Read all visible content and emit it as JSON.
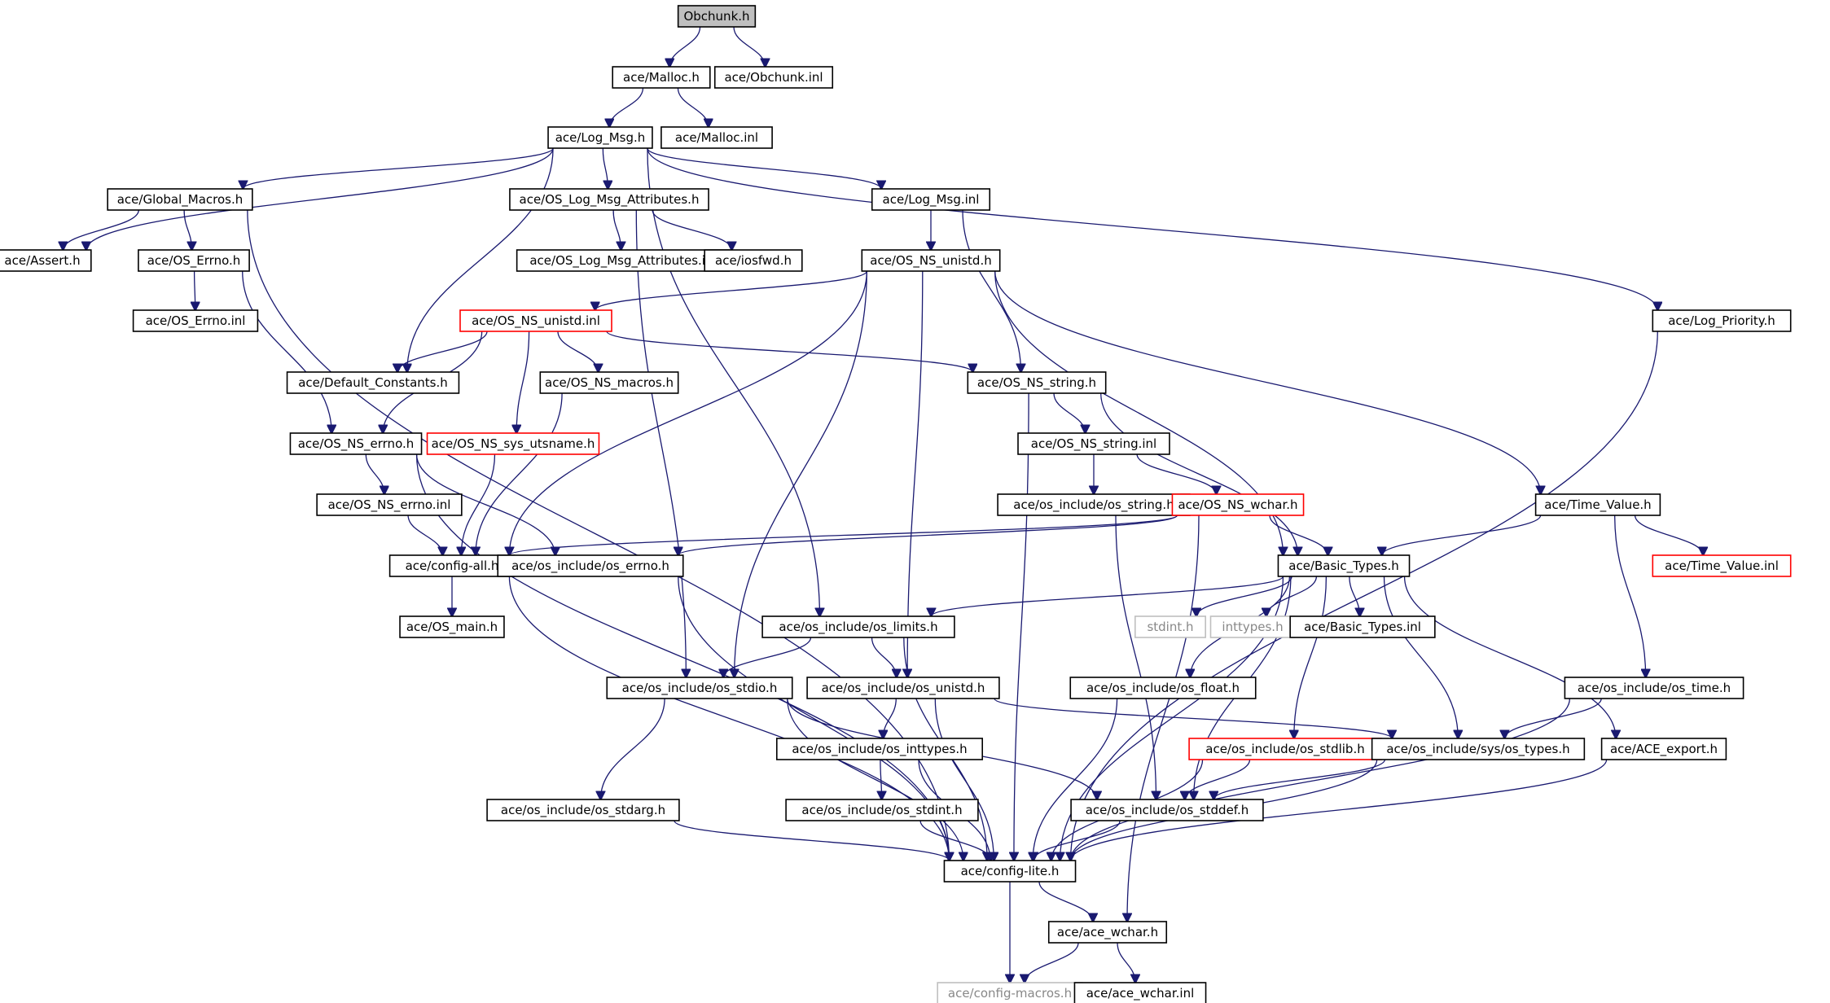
{
  "colors": {
    "edge": "#191970",
    "node_border": "#000000",
    "node_border_truncated": "#ff0000",
    "node_border_external": "#bfbfbf",
    "root_fill": "#bfbfbf",
    "text": "#000000",
    "text_external": "#888888"
  },
  "nodes": [
    {
      "id": "obchunk_h",
      "label": "Obchunk.h",
      "kind": "root"
    },
    {
      "id": "malloc_h",
      "label": "ace/Malloc.h",
      "kind": "normal"
    },
    {
      "id": "obchunk_inl",
      "label": "ace/Obchunk.inl",
      "kind": "normal"
    },
    {
      "id": "log_msg_h",
      "label": "ace/Log_Msg.h",
      "kind": "normal"
    },
    {
      "id": "malloc_inl",
      "label": "ace/Malloc.inl",
      "kind": "normal"
    },
    {
      "id": "global_macros_h",
      "label": "ace/Global_Macros.h",
      "kind": "normal"
    },
    {
      "id": "os_log_msg_attr_h",
      "label": "ace/OS_Log_Msg_Attributes.h",
      "kind": "normal"
    },
    {
      "id": "log_msg_inl",
      "label": "ace/Log_Msg.inl",
      "kind": "normal"
    },
    {
      "id": "assert_h",
      "label": "ace/Assert.h",
      "kind": "normal"
    },
    {
      "id": "os_errno_h",
      "label": "ace/OS_Errno.h",
      "kind": "normal"
    },
    {
      "id": "os_log_msg_attr_inl",
      "label": "ace/OS_Log_Msg_Attributes.inl",
      "kind": "normal"
    },
    {
      "id": "iosfwd_h",
      "label": "ace/iosfwd.h",
      "kind": "normal"
    },
    {
      "id": "os_ns_unistd_h",
      "label": "ace/OS_NS_unistd.h",
      "kind": "normal"
    },
    {
      "id": "os_errno_inl",
      "label": "ace/OS_Errno.inl",
      "kind": "normal"
    },
    {
      "id": "os_ns_unistd_inl",
      "label": "ace/OS_NS_unistd.inl",
      "kind": "truncated"
    },
    {
      "id": "log_priority_h",
      "label": "ace/Log_Priority.h",
      "kind": "normal"
    },
    {
      "id": "default_constants_h",
      "label": "ace/Default_Constants.h",
      "kind": "normal"
    },
    {
      "id": "os_ns_macros_h",
      "label": "ace/OS_NS_macros.h",
      "kind": "normal"
    },
    {
      "id": "os_ns_string_h",
      "label": "ace/OS_NS_string.h",
      "kind": "normal"
    },
    {
      "id": "os_ns_errno_h",
      "label": "ace/OS_NS_errno.h",
      "kind": "normal"
    },
    {
      "id": "os_ns_sys_utsname_h",
      "label": "ace/OS_NS_sys_utsname.h",
      "kind": "truncated"
    },
    {
      "id": "os_ns_string_inl",
      "label": "ace/OS_NS_string.inl",
      "kind": "normal"
    },
    {
      "id": "os_ns_errno_inl",
      "label": "ace/OS_NS_errno.inl",
      "kind": "normal"
    },
    {
      "id": "os_include_os_string_h",
      "label": "ace/os_include/os_string.h",
      "kind": "normal"
    },
    {
      "id": "os_ns_wchar_h",
      "label": "ace/OS_NS_wchar.h",
      "kind": "truncated"
    },
    {
      "id": "time_value_h",
      "label": "ace/Time_Value.h",
      "kind": "normal"
    },
    {
      "id": "config_all_h",
      "label": "ace/config-all.h",
      "kind": "normal"
    },
    {
      "id": "os_include_os_errno_h",
      "label": "ace/os_include/os_errno.h",
      "kind": "normal"
    },
    {
      "id": "basic_types_h",
      "label": "ace/Basic_Types.h",
      "kind": "normal"
    },
    {
      "id": "time_value_inl",
      "label": "ace/Time_Value.inl",
      "kind": "truncated"
    },
    {
      "id": "os_main_h",
      "label": "ace/OS_main.h",
      "kind": "normal"
    },
    {
      "id": "os_include_os_limits_h",
      "label": "ace/os_include/os_limits.h",
      "kind": "normal"
    },
    {
      "id": "stdint_h",
      "label": "stdint.h",
      "kind": "external"
    },
    {
      "id": "inttypes_h",
      "label": "inttypes.h",
      "kind": "external"
    },
    {
      "id": "basic_types_inl",
      "label": "ace/Basic_Types.inl",
      "kind": "normal"
    },
    {
      "id": "os_include_os_stdio_h",
      "label": "ace/os_include/os_stdio.h",
      "kind": "normal"
    },
    {
      "id": "os_include_os_unistd_h",
      "label": "ace/os_include/os_unistd.h",
      "kind": "normal"
    },
    {
      "id": "os_include_os_float_h",
      "label": "ace/os_include/os_float.h",
      "kind": "normal"
    },
    {
      "id": "os_include_os_time_h",
      "label": "ace/os_include/os_time.h",
      "kind": "normal"
    },
    {
      "id": "os_include_os_inttypes_h",
      "label": "ace/os_include/os_inttypes.h",
      "kind": "normal"
    },
    {
      "id": "os_include_os_stdlib_h",
      "label": "ace/os_include/os_stdlib.h",
      "kind": "truncated"
    },
    {
      "id": "os_include_sys_os_types_h",
      "label": "ace/os_include/sys/os_types.h",
      "kind": "normal"
    },
    {
      "id": "ace_export_h",
      "label": "ace/ACE_export.h",
      "kind": "normal"
    },
    {
      "id": "os_include_os_stdarg_h",
      "label": "ace/os_include/os_stdarg.h",
      "kind": "normal"
    },
    {
      "id": "os_include_os_stdint_h",
      "label": "ace/os_include/os_stdint.h",
      "kind": "normal"
    },
    {
      "id": "os_include_os_stddef_h",
      "label": "ace/os_include/os_stddef.h",
      "kind": "normal"
    },
    {
      "id": "config_lite_h",
      "label": "ace/config-lite.h",
      "kind": "normal"
    },
    {
      "id": "ace_wchar_h",
      "label": "ace/ace_wchar.h",
      "kind": "normal"
    },
    {
      "id": "config_macros_h",
      "label": "ace/config-macros.h",
      "kind": "external"
    },
    {
      "id": "ace_wchar_inl",
      "label": "ace/ace_wchar.inl",
      "kind": "normal"
    }
  ],
  "edges": [
    [
      "obchunk_h",
      "malloc_h"
    ],
    [
      "obchunk_h",
      "obchunk_inl"
    ],
    [
      "malloc_h",
      "log_msg_h"
    ],
    [
      "malloc_h",
      "malloc_inl"
    ],
    [
      "log_msg_h",
      "assert_h"
    ],
    [
      "log_msg_h",
      "global_macros_h"
    ],
    [
      "log_msg_h",
      "default_constants_h"
    ],
    [
      "log_msg_h",
      "os_log_msg_attr_h"
    ],
    [
      "log_msg_h",
      "os_include_os_limits_h"
    ],
    [
      "log_msg_h",
      "log_msg_inl"
    ],
    [
      "log_msg_h",
      "log_priority_h"
    ],
    [
      "global_macros_h",
      "assert_h"
    ],
    [
      "global_macros_h",
      "os_errno_h"
    ],
    [
      "global_macros_h",
      "config_lite_h"
    ],
    [
      "os_errno_h",
      "os_errno_inl"
    ],
    [
      "os_errno_h",
      "os_ns_errno_h"
    ],
    [
      "os_log_msg_attr_h",
      "os_log_msg_attr_inl"
    ],
    [
      "os_log_msg_attr_h",
      "iosfwd_h"
    ],
    [
      "os_log_msg_attr_h",
      "os_include_os_stdio_h"
    ],
    [
      "log_msg_inl",
      "os_ns_unistd_h"
    ],
    [
      "log_msg_inl",
      "os_ns_string_h"
    ],
    [
      "os_ns_unistd_h",
      "os_ns_unistd_inl"
    ],
    [
      "os_ns_unistd_h",
      "config_all_h"
    ],
    [
      "os_ns_unistd_h",
      "os_include_os_stdio_h"
    ],
    [
      "os_ns_unistd_h",
      "os_include_os_unistd_h"
    ],
    [
      "os_ns_unistd_h",
      "basic_types_h"
    ],
    [
      "os_ns_unistd_h",
      "time_value_h"
    ],
    [
      "os_ns_unistd_inl",
      "default_constants_h"
    ],
    [
      "os_ns_unistd_inl",
      "os_ns_macros_h"
    ],
    [
      "os_ns_unistd_inl",
      "os_ns_errno_h"
    ],
    [
      "os_ns_unistd_inl",
      "os_ns_sys_utsname_h"
    ],
    [
      "os_ns_unistd_inl",
      "os_ns_string_h"
    ],
    [
      "os_ns_macros_h",
      "config_all_h"
    ],
    [
      "os_ns_string_h",
      "os_ns_string_inl"
    ],
    [
      "os_ns_string_h",
      "basic_types_h"
    ],
    [
      "os_ns_string_h",
      "config_lite_h"
    ],
    [
      "os_ns_errno_h",
      "os_ns_errno_inl"
    ],
    [
      "os_ns_errno_h",
      "os_include_os_errno_h"
    ],
    [
      "os_ns_errno_h",
      "config_lite_h"
    ],
    [
      "os_ns_sys_utsname_h",
      "config_all_h"
    ],
    [
      "os_ns_string_inl",
      "os_include_os_string_h"
    ],
    [
      "os_ns_string_inl",
      "os_ns_wchar_h"
    ],
    [
      "os_ns_errno_inl",
      "config_all_h"
    ],
    [
      "os_include_os_string_h",
      "os_include_os_stddef_h"
    ],
    [
      "os_ns_wchar_h",
      "config_all_h"
    ],
    [
      "os_ns_wchar_h",
      "os_include_os_errno_h"
    ],
    [
      "os_ns_wchar_h",
      "basic_types_h"
    ],
    [
      "os_ns_wchar_h",
      "ace_wchar_h"
    ],
    [
      "time_value_h",
      "basic_types_h"
    ],
    [
      "time_value_h",
      "time_value_inl"
    ],
    [
      "time_value_h",
      "os_include_os_time_h"
    ],
    [
      "config_all_h",
      "os_main_h"
    ],
    [
      "config_all_h",
      "config_lite_h"
    ],
    [
      "os_include_os_errno_h",
      "config_lite_h"
    ],
    [
      "basic_types_h",
      "os_include_os_limits_h"
    ],
    [
      "basic_types_h",
      "stdint_h"
    ],
    [
      "basic_types_h",
      "inttypes_h"
    ],
    [
      "basic_types_h",
      "basic_types_inl"
    ],
    [
      "basic_types_h",
      "os_include_os_float_h"
    ],
    [
      "basic_types_h",
      "os_include_os_stdlib_h"
    ],
    [
      "basic_types_h",
      "os_include_sys_os_types_h"
    ],
    [
      "basic_types_h",
      "ace_export_h"
    ],
    [
      "basic_types_h",
      "os_include_os_stddef_h"
    ],
    [
      "basic_types_h",
      "config_lite_h"
    ],
    [
      "os_include_os_limits_h",
      "os_include_os_stdio_h"
    ],
    [
      "os_include_os_limits_h",
      "os_include_os_unistd_h"
    ],
    [
      "os_include_os_limits_h",
      "config_lite_h"
    ],
    [
      "os_include_os_stdio_h",
      "os_include_os_stdarg_h"
    ],
    [
      "os_include_os_stdio_h",
      "os_include_os_stddef_h"
    ],
    [
      "os_include_os_stdio_h",
      "config_lite_h"
    ],
    [
      "os_include_os_unistd_h",
      "os_include_os_inttypes_h"
    ],
    [
      "os_include_os_unistd_h",
      "os_include_sys_os_types_h"
    ],
    [
      "os_include_os_unistd_h",
      "config_lite_h"
    ],
    [
      "os_include_os_float_h",
      "config_lite_h"
    ],
    [
      "os_include_os_time_h",
      "os_include_sys_os_types_h"
    ],
    [
      "os_include_os_time_h",
      "config_lite_h"
    ],
    [
      "os_include_os_inttypes_h",
      "os_include_os_stdint_h"
    ],
    [
      "os_include_os_inttypes_h",
      "config_lite_h"
    ],
    [
      "os_include_os_stdlib_h",
      "os_include_os_stddef_h"
    ],
    [
      "os_include_os_stdlib_h",
      "config_lite_h"
    ],
    [
      "os_include_sys_os_types_h",
      "os_include_os_stddef_h"
    ],
    [
      "os_include_sys_os_types_h",
      "config_lite_h"
    ],
    [
      "ace_export_h",
      "config_lite_h"
    ],
    [
      "os_include_os_stdarg_h",
      "config_lite_h"
    ],
    [
      "os_include_os_stdint_h",
      "config_lite_h"
    ],
    [
      "os_include_os_stddef_h",
      "config_lite_h"
    ],
    [
      "log_priority_h",
      "config_lite_h"
    ],
    [
      "config_lite_h",
      "ace_wchar_h"
    ],
    [
      "config_lite_h",
      "config_macros_h"
    ],
    [
      "ace_wchar_h",
      "config_macros_h"
    ],
    [
      "ace_wchar_h",
      "ace_wchar_inl"
    ]
  ]
}
